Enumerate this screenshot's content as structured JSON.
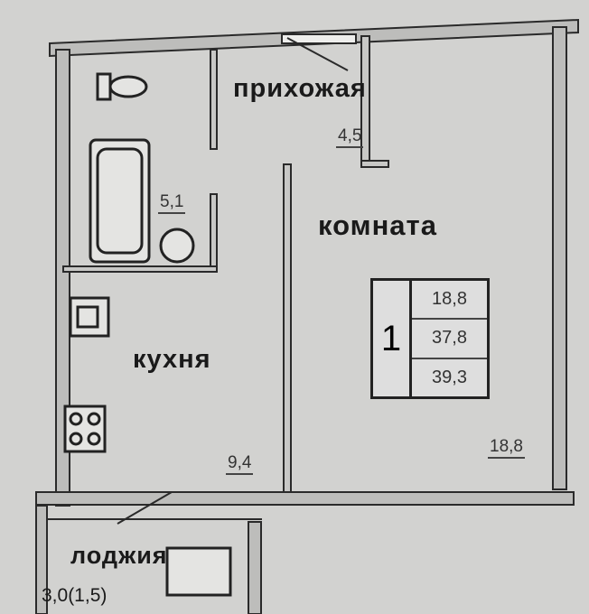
{
  "rooms": {
    "hallway": {
      "name": "прихожая",
      "area": "4,5"
    },
    "bathroom": {
      "area": "5,1"
    },
    "room": {
      "name": "комната",
      "area": "18,8"
    },
    "kitchen": {
      "name": "кухня",
      "area": "9,4"
    },
    "loggia": {
      "name": "лоджия",
      "area": "3,0(1,5)"
    }
  },
  "summary": {
    "rooms_count": "1",
    "living_area": "18,8",
    "total_area": "37,8",
    "total_with_loggia": "39,3"
  }
}
